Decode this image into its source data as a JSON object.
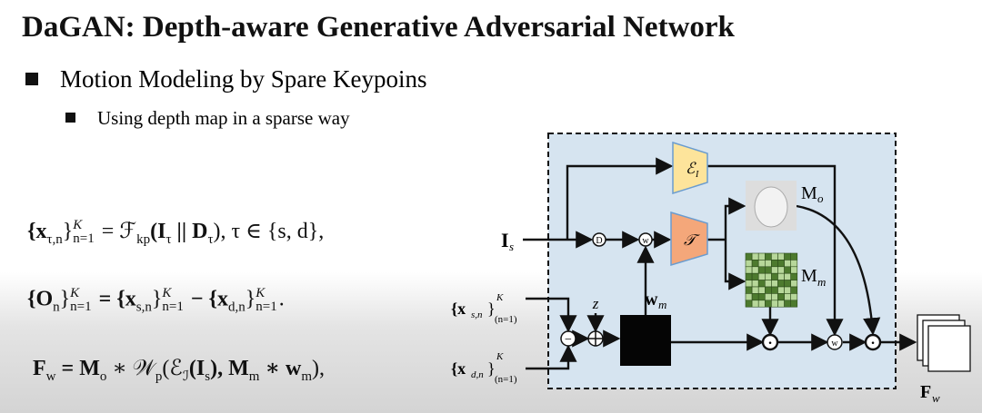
{
  "title": "DaGAN: Depth-aware Generative Adversarial Network",
  "bullet1": "Motion Modeling by Spare Keypoins",
  "bullet2": "Using depth map in a sparse way",
  "equations": {
    "eq1": {
      "a": "{x",
      "a_sub": "τ,n",
      "b": "}",
      "sup": "K",
      "sub": "n=1",
      "rest": " = ℱ",
      "kp": "kp",
      "rest2": "(I",
      "tau1": "τ",
      "rest3": " || D",
      "tau2": "τ",
      "rest4": "), τ ∈ {s, d},"
    },
    "eq2": {
      "a": "{O",
      "a_sub": "n",
      "b": "}",
      "sup": "K",
      "sub": "n=1",
      "rest": " = {x",
      "s_sub": "s,n",
      "rest2": "}",
      "sup2": "K",
      "sub2": "n=1",
      "rest3": " − {x",
      "d_sub": "d,n",
      "rest4": "}",
      "sup3": "K",
      "sub3": "n=1",
      "rest5": "."
    },
    "eq3": {
      "a": "F",
      "a_sub": "w",
      "rest": " = M",
      "o": "o",
      "rest2": " ∗ 𝒲",
      "p": "p",
      "rest3": "(ℰ",
      "I": "ℐ",
      "rest4": "(I",
      "s": "s",
      "rest5": "), M",
      "m": "m",
      "rest6": " ∗ w",
      "m2": "m",
      "rest7": "),"
    }
  },
  "diagram": {
    "input_label": "I",
    "input_sub": "s",
    "encoder_label": "ℰ",
    "encoder_sub": "I",
    "transform_label": "𝒯",
    "depth_op": "D",
    "warp_op": "w",
    "warp_op2": "w",
    "minus_op": "−",
    "dot_op": "·",
    "z_label": "z",
    "wm_label": "w",
    "wm_sub": "m",
    "mo_label": "M",
    "mo_sub": "o",
    "mm_label": "M",
    "mm_sub": "m",
    "xs_label": "{x",
    "xs_sub": "s,n",
    "xd_label": "{x",
    "xd_sub": "d,n",
    "close": "}",
    "k": "K",
    "n1": "(n=1)",
    "out_label": "F",
    "out_sub": "w",
    "colors": {
      "box_bg": "#d6e4f0",
      "encoder": "#fde49b",
      "transform": "#f4a77a",
      "grid_dark": "#4d7a2e",
      "grid_light": "#b7d79a"
    }
  }
}
